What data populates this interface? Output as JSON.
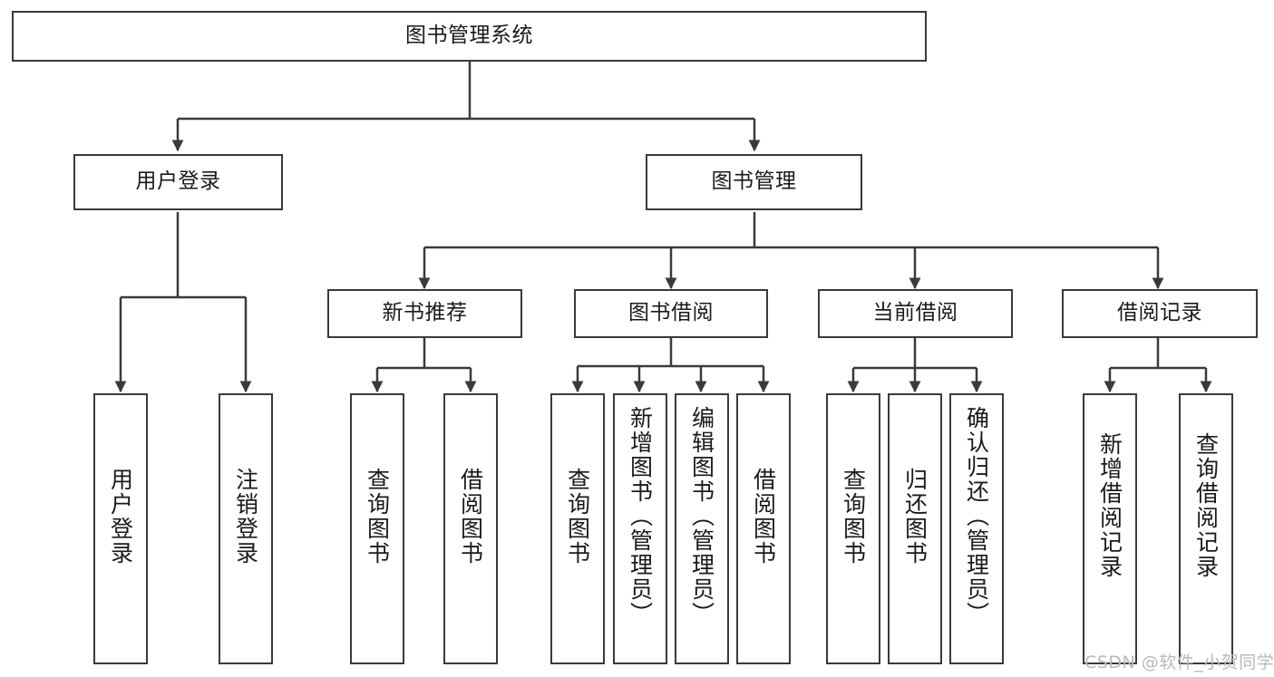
{
  "diagram": {
    "title": "图书管理系统",
    "type": "tree-hierarchy",
    "background_color": "#ffffff",
    "line_color": "#3a3a3a",
    "text_color": "#1a1a1a"
  },
  "nodes": {
    "root": {
      "label": "图书管理系统"
    },
    "level1": [
      {
        "label": "用户登录"
      },
      {
        "label": "图书管理"
      }
    ],
    "level2": [
      {
        "label": "新书推荐"
      },
      {
        "label": "图书借阅"
      },
      {
        "label": "当前借阅"
      },
      {
        "label": "借阅记录"
      }
    ],
    "leaves": {
      "user_login": [
        {
          "label": "用户登录"
        },
        {
          "label": "注销登录"
        }
      ],
      "new_book_recommend": [
        {
          "label": "查询图书"
        },
        {
          "label": "借阅图书"
        }
      ],
      "book_borrow": [
        {
          "label": "查询图书"
        },
        {
          "label": "新增图书（管理员）"
        },
        {
          "label": "编辑图书（管理员）"
        },
        {
          "label": "借阅图书"
        }
      ],
      "current_borrow": [
        {
          "label": "查询图书"
        },
        {
          "label": "归还图书"
        },
        {
          "label": "确认归还（管理员）"
        }
      ],
      "borrow_record": [
        {
          "label": "新增借阅记录"
        },
        {
          "label": "查询借阅记录"
        }
      ]
    }
  },
  "watermark": {
    "text": "CSDN @软件_小贺同学"
  }
}
